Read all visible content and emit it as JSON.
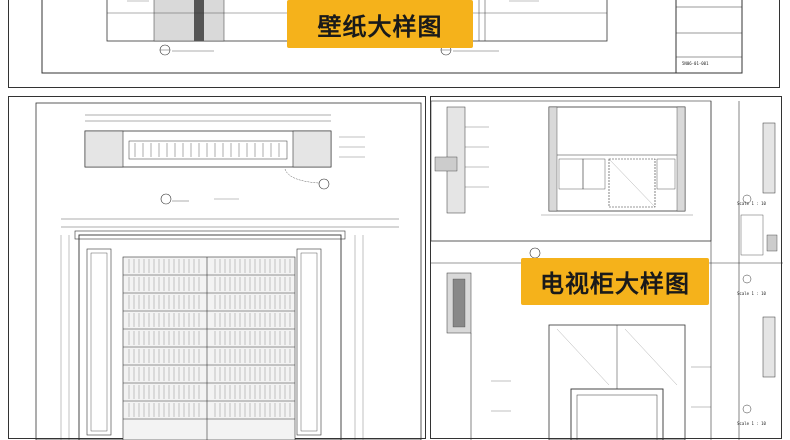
{
  "top_sheet": {
    "badge_label": "壁纸大样图",
    "title_block_code": "5N06-01-001"
  },
  "right_sheet": {
    "badge_label": "电视柜大样图",
    "scale_labels": [
      "Scale 1 : 10",
      "Scale 1 : 10",
      "Scale 1 : 10"
    ]
  },
  "colors": {
    "badge_bg": "#f5b21b",
    "line": "#333333"
  }
}
